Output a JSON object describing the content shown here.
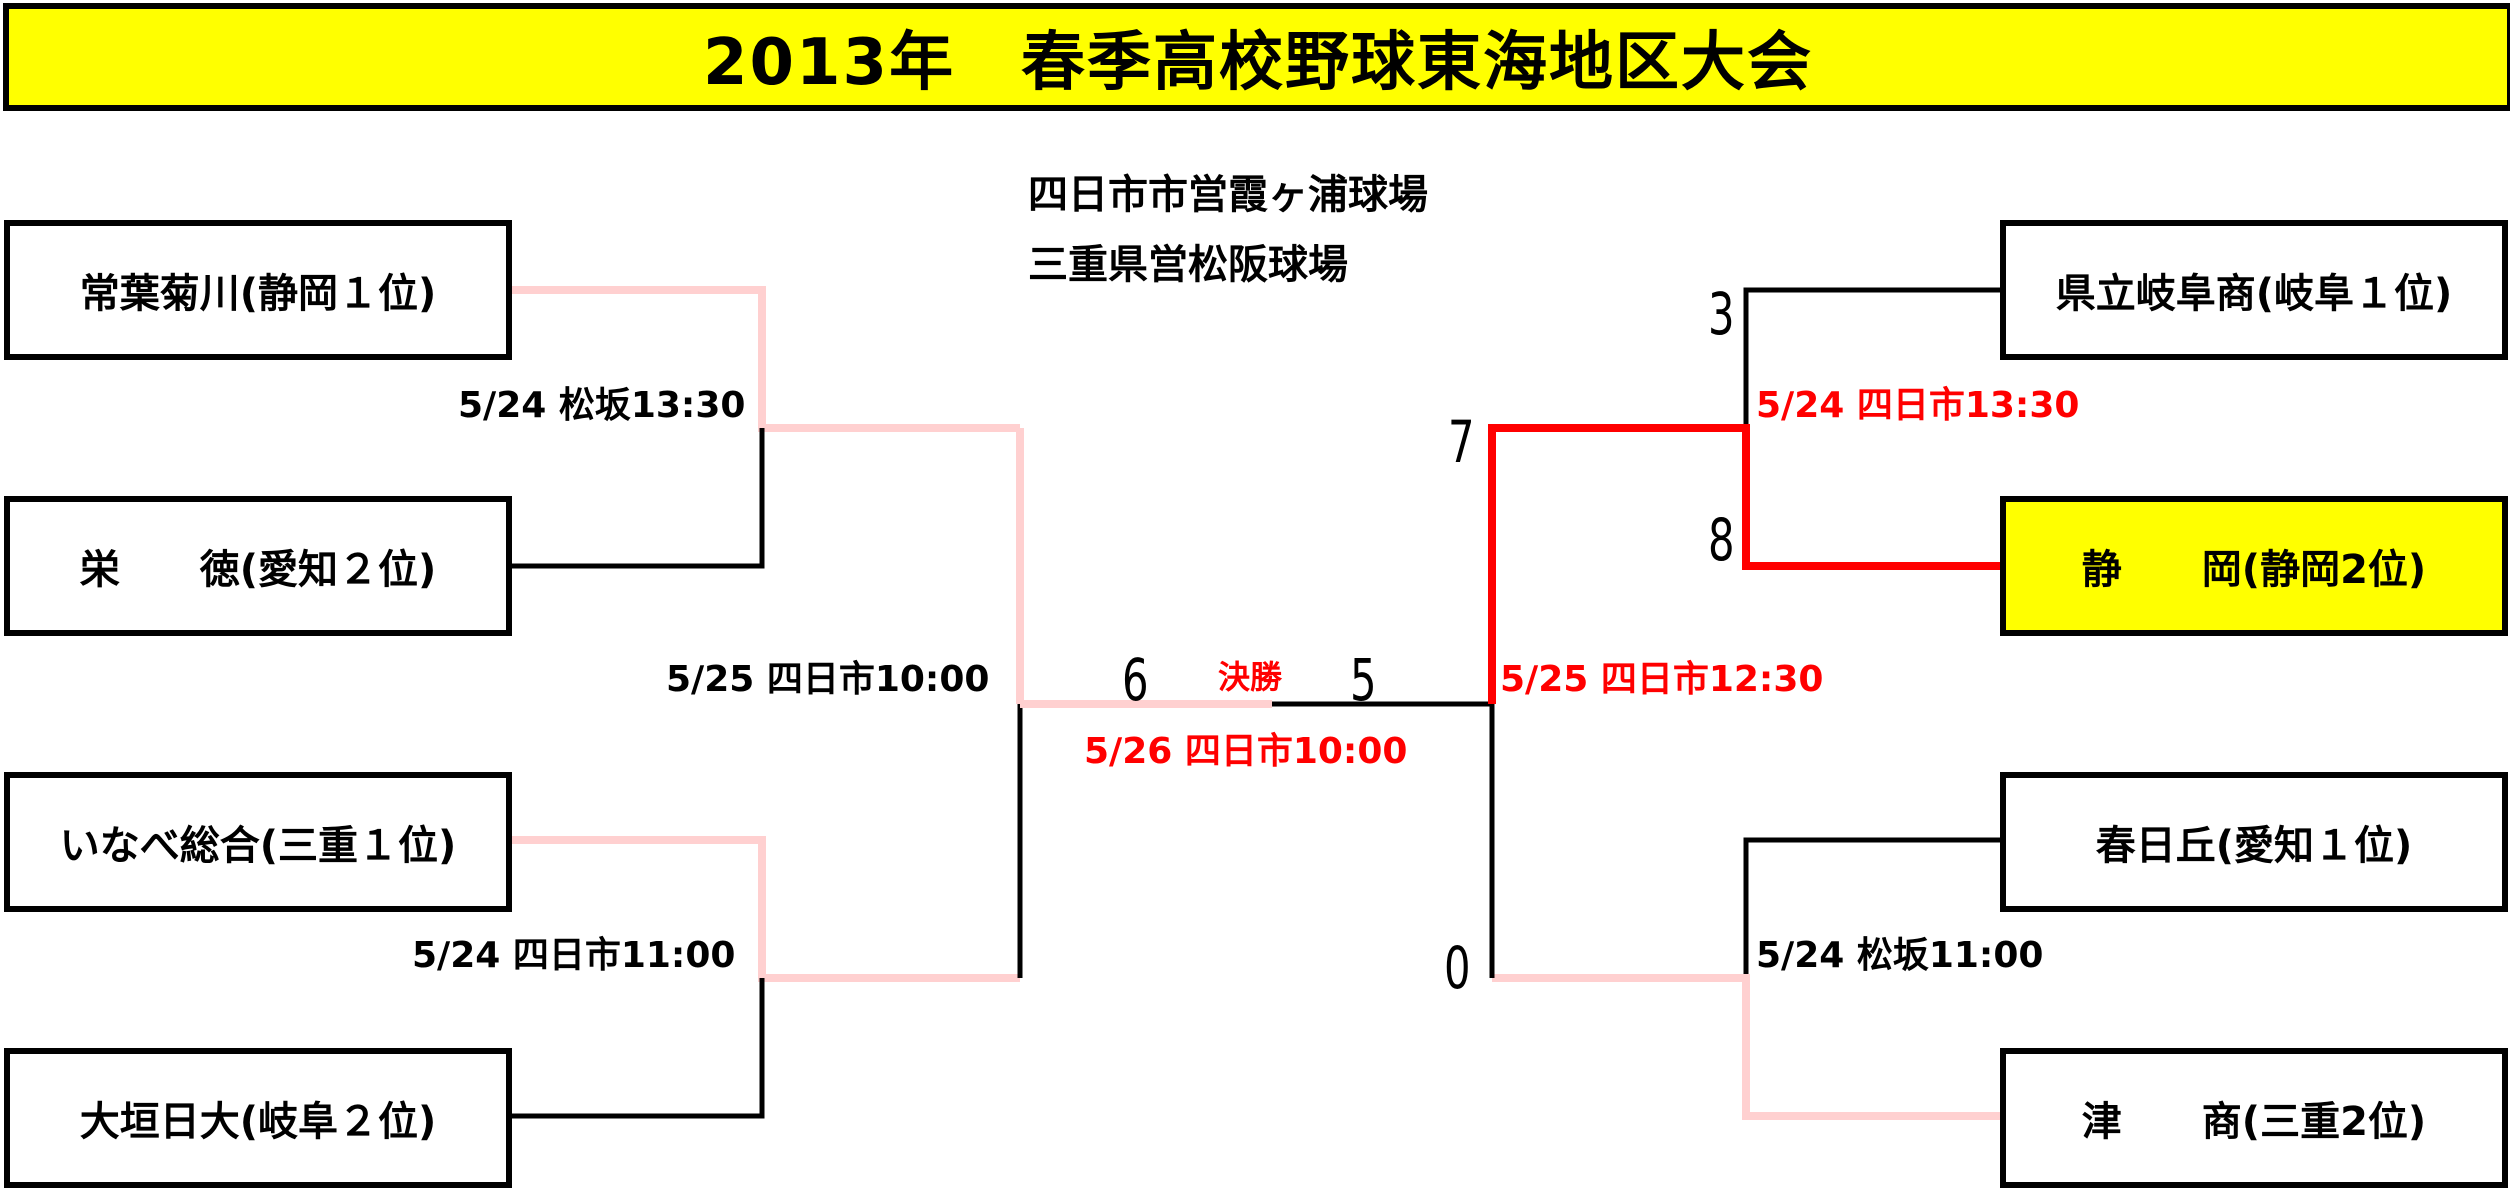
{
  "title": "2013年　春季高校野球東海地区大会",
  "venues": [
    "四日市市営霞ヶ浦球場",
    "三重県営松阪球場"
  ],
  "teams": {
    "left1": "常葉菊川(静岡１位)",
    "left2": "栄　　徳(愛知２位)",
    "left3": "いなべ総合(三重１位)",
    "left4": "大垣日大(岐阜２位)",
    "right1": "県立岐阜商(岐阜１位)",
    "right2": "静　　岡(静岡2位)",
    "right3": "春日丘(愛知１位)",
    "right4": "津　　商(三重2位)"
  },
  "matches": {
    "l1": "5/24 松坂13:30",
    "l2": "5/24 四日市11:00",
    "l3": "5/25 四日市10:00",
    "r1": "5/24 四日市13:30",
    "r2": "5/24 松坂11:00",
    "r3": "5/25 四日市12:30",
    "final": "5/26 四日市10:00",
    "final_label": "決勝"
  },
  "scores": {
    "final_left": "6",
    "final_right": "5",
    "semi_top": "7",
    "semi_bottom": "0",
    "r1_top": "3",
    "r1_bottom": "8"
  },
  "colors": {
    "winner_red": "#ff0000",
    "loser_pink": "#ffd0d0",
    "highlight": "#ffff00"
  }
}
